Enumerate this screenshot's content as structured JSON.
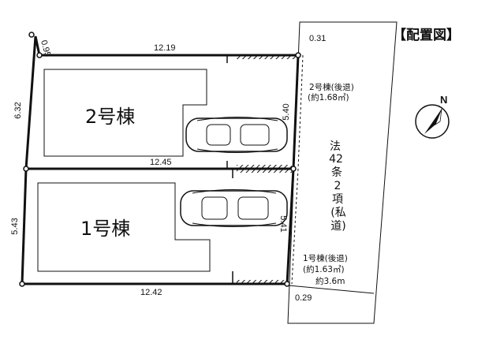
{
  "title": "【配置図】",
  "north_label": "N",
  "buildings": {
    "b2": "2号棟",
    "b1": "1号棟"
  },
  "dimensions": {
    "top_width": "12.19",
    "top_left_diag": "0.95",
    "top_right_corner": "0.31",
    "left_b2": "6.32",
    "left_b1": "5.43",
    "middle_width": "12.45",
    "bottom_width": "12.42",
    "bottom_right_corner": "0.29",
    "right_b2": "5.40",
    "right_b1": "5.41"
  },
  "setback": {
    "b2_line1": "2号棟(後退)",
    "b2_line2": "(約1.68㎡)",
    "b1_line1": "1号棟(後退)",
    "b1_line2": "(約1.63㎡)"
  },
  "road": {
    "chars": [
      "法",
      "42",
      "条",
      "2",
      "項",
      "(私",
      "道)"
    ],
    "width": "約3.6m"
  },
  "colors": {
    "line": "#111111",
    "background": "#ffffff"
  }
}
